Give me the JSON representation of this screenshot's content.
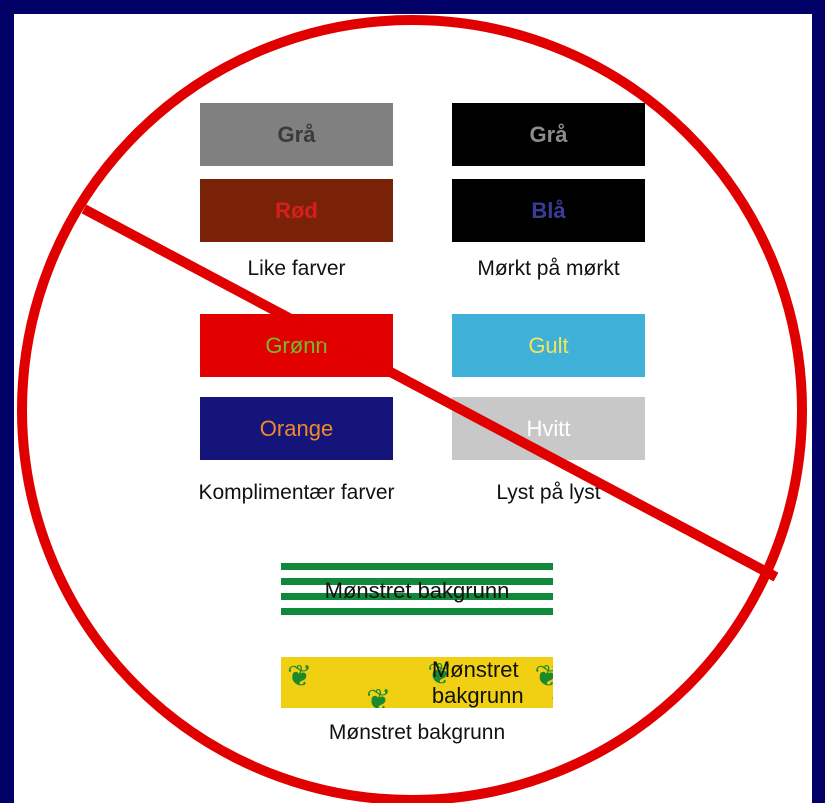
{
  "groups": {
    "like_colors": {
      "caption": "Like farver",
      "top": {
        "label": "Grå",
        "bg": "#808080",
        "fg": "#3a3a3a"
      },
      "bottom": {
        "label": "Rød",
        "bg": "#7a2208",
        "fg": "#d4201c"
      }
    },
    "dark_on_dark": {
      "caption": "Mørkt på mørkt",
      "top": {
        "label": "Grå",
        "bg": "#000000",
        "fg": "#8c8c8c"
      },
      "bottom": {
        "label": "Blå",
        "bg": "#000000",
        "fg": "#3b3b9a"
      }
    },
    "complementary": {
      "caption": "Komplimentær farver",
      "top": {
        "label": "Grønn",
        "bg": "#e30000",
        "fg": "#6fbf2a"
      },
      "bottom": {
        "label": "Orange",
        "bg": "#14147a",
        "fg": "#f0882a"
      }
    },
    "light_on_light": {
      "caption": "Lyst på lyst",
      "top": {
        "label": "Gult",
        "bg": "#3fb0d8",
        "fg": "#f3e45a"
      },
      "bottom": {
        "label": "Hvitt",
        "bg": "#c8c8c8",
        "fg": "#ffffff"
      }
    }
  },
  "patterned": {
    "stripes_label": "Mønstret bakgrunn",
    "leaves_label": "Mønstret bakgrunn",
    "caption": "Mønstret bakgrunn",
    "stripe_color": "#0f8a3a",
    "leaf_bg": "#f1cf12",
    "leaf_icon": "leaf-icon"
  },
  "prohibition_sign": {
    "color": "#e00000"
  },
  "frame_color": "#000066"
}
